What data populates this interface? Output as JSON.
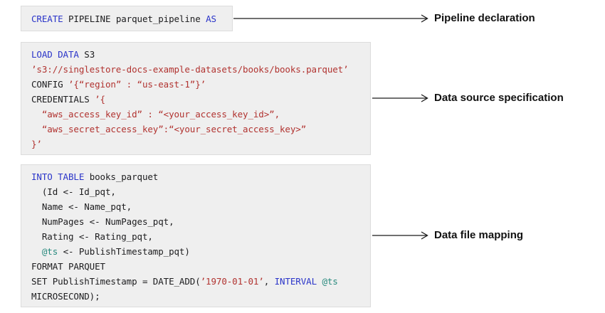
{
  "colors": {
    "keyword": "#2b35c9",
    "string": "#b13330",
    "variable": "#27897d",
    "plain": "#1d1d1f",
    "box_bg": "#efefef",
    "box_border": "#dcdcdc",
    "arrow": "#1a1a1a",
    "label": "#111111"
  },
  "diagram": {
    "blocks": [
      {
        "id": "pipeline-declaration",
        "label": "Pipeline declaration",
        "lines": [
          [
            {
              "t": "CREATE",
              "c": "k"
            },
            {
              "t": " PIPELINE parquet_pipeline ",
              "c": "p"
            },
            {
              "t": "AS",
              "c": "k"
            }
          ]
        ]
      },
      {
        "id": "data-source-specification",
        "label": "Data source specification",
        "lines": [
          [
            {
              "t": "LOAD DATA",
              "c": "k"
            },
            {
              "t": " S3",
              "c": "p"
            }
          ],
          [
            {
              "t": "’s3://singlestore-docs-example-datasets/books/books.parquet’",
              "c": "s"
            }
          ],
          [
            {
              "t": "CONFIG ",
              "c": "p"
            },
            {
              "t": "’{“region” : “us-east-1”}’",
              "c": "s"
            }
          ],
          [
            {
              "t": "CREDENTIALS ",
              "c": "p"
            },
            {
              "t": "’{",
              "c": "s"
            }
          ],
          [
            {
              "t": "  “aws_access_key_id” : “<your_access_key_id>”,",
              "c": "s"
            }
          ],
          [
            {
              "t": "  “aws_secret_access_key”:“<your_secret_access_key>”",
              "c": "s"
            }
          ],
          [
            {
              "t": "}’",
              "c": "s"
            }
          ]
        ]
      },
      {
        "id": "data-file-mapping",
        "label": "Data file mapping",
        "lines": [
          [
            {
              "t": "INTO TABLE",
              "c": "k"
            },
            {
              "t": " books_parquet",
              "c": "p"
            }
          ],
          [
            {
              "t": "  (Id <- Id_pqt,",
              "c": "p"
            }
          ],
          [
            {
              "t": "  Name <- Name_pqt,",
              "c": "p"
            }
          ],
          [
            {
              "t": "  NumPages <- NumPages_pqt,",
              "c": "p"
            }
          ],
          [
            {
              "t": "  Rating <- Rating_pqt,",
              "c": "p"
            }
          ],
          [
            {
              "t": "  ",
              "c": "p"
            },
            {
              "t": "@ts",
              "c": "v"
            },
            {
              "t": " <- PublishTimestamp_pqt)",
              "c": "p"
            }
          ],
          [
            {
              "t": "FORMAT PARQUET",
              "c": "p"
            }
          ],
          [
            {
              "t": "SET PublishTimestamp = DATE_ADD(",
              "c": "p"
            },
            {
              "t": "’1970-01-01’",
              "c": "s"
            },
            {
              "t": ", ",
              "c": "p"
            },
            {
              "t": "INTERVAL",
              "c": "k"
            },
            {
              "t": " ",
              "c": "p"
            },
            {
              "t": "@ts",
              "c": "v"
            }
          ],
          [
            {
              "t": "MICROSECOND);",
              "c": "p"
            }
          ]
        ]
      }
    ]
  }
}
